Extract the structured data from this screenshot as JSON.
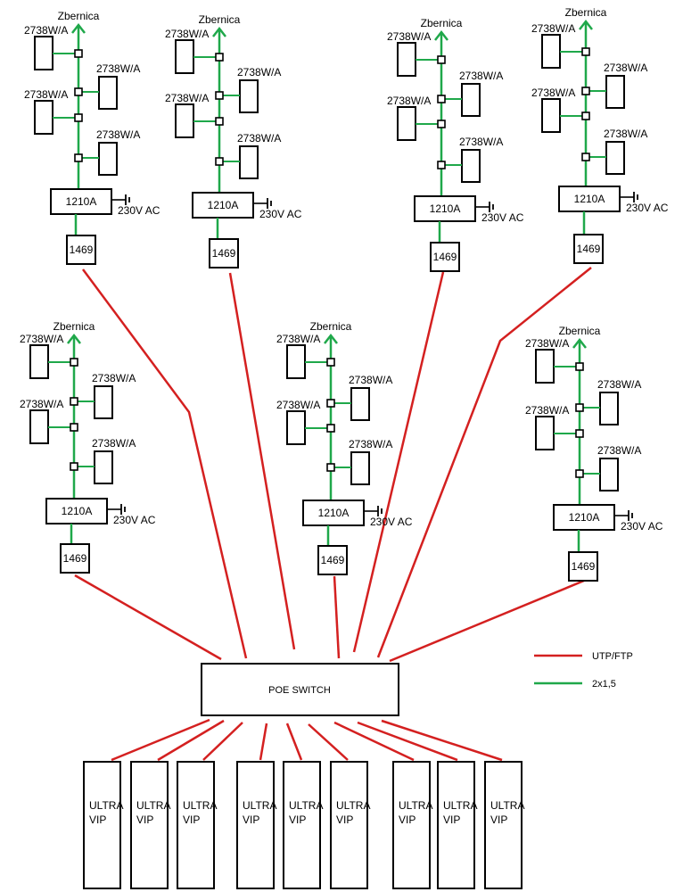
{
  "colors": {
    "utp_line": "#d42020",
    "bus_line": "#1fa84a",
    "outline": "#000000",
    "background": "#ffffff"
  },
  "labels": {
    "bus": "Zbernica",
    "sensor": "2738W/A",
    "power_supply": "1210A",
    "mains": "230V AC",
    "converter": "1469",
    "switch": "POE SWITCH",
    "panel_line1": "ULTRA",
    "panel_line2": "VIP"
  },
  "legend": [
    {
      "label": "UTP/FTP",
      "color": "#d42020"
    },
    {
      "label": "2x1,5",
      "color": "#1fa84a"
    }
  ],
  "groups": [
    {
      "id": "g1",
      "sensor_count": 4
    },
    {
      "id": "g2",
      "sensor_count": 4
    },
    {
      "id": "g3",
      "sensor_count": 4
    },
    {
      "id": "g4",
      "sensor_count": 4
    },
    {
      "id": "g5",
      "sensor_count": 4
    },
    {
      "id": "g6",
      "sensor_count": 4
    },
    {
      "id": "g7",
      "sensor_count": 4
    }
  ],
  "panels": [
    {
      "id": "p1"
    },
    {
      "id": "p2"
    },
    {
      "id": "p3"
    },
    {
      "id": "p4"
    },
    {
      "id": "p5"
    },
    {
      "id": "p6"
    },
    {
      "id": "p7"
    },
    {
      "id": "p8"
    },
    {
      "id": "p9"
    }
  ]
}
